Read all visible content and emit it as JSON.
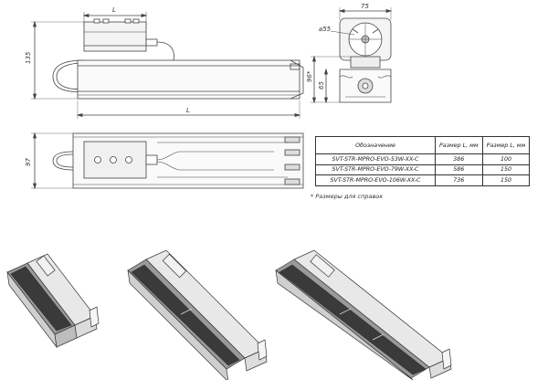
{
  "colors": {
    "line": "#444444",
    "light": "#8a8a8a",
    "fill_light": "#efefef",
    "fill_mid": "#cfcfcf",
    "dark": "#2a2a2a"
  },
  "side_view": {
    "dim_top": "L",
    "dim_height": "135",
    "dim_bottom": "L"
  },
  "end_view": {
    "dim_width": "75",
    "dim_diameter": "⌀55",
    "dim_height_star": "96*",
    "dim_height": "65"
  },
  "top_view": {
    "dim_height": "97"
  },
  "table": {
    "headers": [
      "Обозначение",
      "Размер L, мм",
      "Размер L, мм"
    ],
    "rows": [
      {
        "name": "SVT-STR-MPRO-EVO-53W-XX-C",
        "size1": "386",
        "size2": "100"
      },
      {
        "name": "SVT-STR-MPRO-EVO-79W-XX-C",
        "size1": "586",
        "size2": "150"
      },
      {
        "name": "SVT-STR-MPRO-EVO-106W-XX-C",
        "size1": "736",
        "size2": "150"
      }
    ]
  },
  "footnote": "* Размеры для справок"
}
